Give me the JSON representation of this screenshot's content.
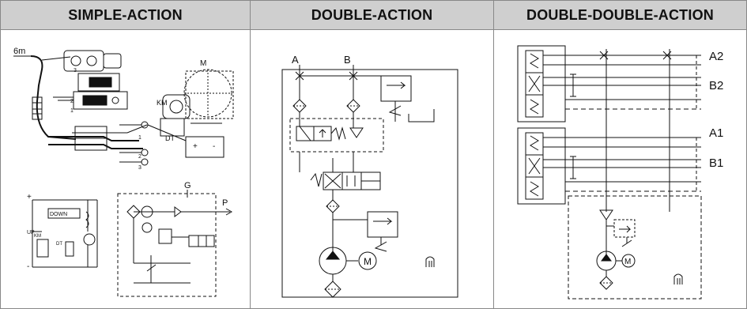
{
  "panels": [
    {
      "title": "SIMPLE-ACTION",
      "labels": {
        "cable": "6m",
        "motor": "M",
        "contactor": "KM",
        "thermo": "DT",
        "plus": "+",
        "minus": "-",
        "down": "DOWN",
        "up": "UP",
        "km": "KM",
        "dt": "DT",
        "g": "G",
        "p": "P",
        "n1": "1",
        "n2": "2",
        "n3": "3"
      }
    },
    {
      "title": "DOUBLE-ACTION",
      "labels": {
        "a": "A",
        "b": "B",
        "m": "M"
      }
    },
    {
      "title": "DOUBLE-DOUBLE-ACTION",
      "labels": {
        "a2": "A2",
        "b2": "B2",
        "a1": "A1",
        "b1": "B1",
        "m": "M"
      }
    }
  ],
  "colors": {
    "header_bg": "#cfcfcf",
    "line": "#111111",
    "border": "#888888"
  }
}
